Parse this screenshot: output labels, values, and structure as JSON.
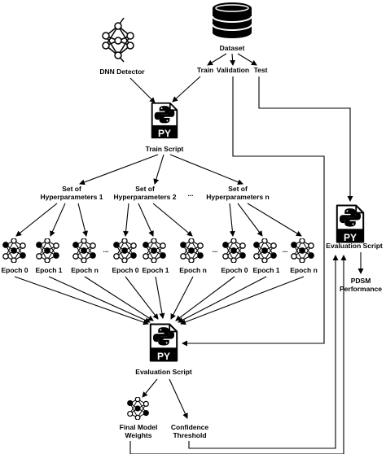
{
  "dataset": {
    "label": "Dataset",
    "splits": [
      "Train",
      "Validation",
      "Test"
    ]
  },
  "detector": {
    "label": "DNN Detector"
  },
  "train_script": {
    "file_text": "PY",
    "label": "Train Script"
  },
  "hyperparameter_sets": [
    {
      "line1": "Set of",
      "line2": "Hyperparameters 1",
      "epochs": [
        "Epoch 0",
        "Epoch 1",
        "Epoch n"
      ]
    },
    {
      "line1": "Set of",
      "line2": "Hyperparameters 2",
      "epochs": [
        "Epoch 0",
        "Epoch 1",
        "Epoch n"
      ]
    },
    {
      "line1": "Set of",
      "line2": "Hyperparameters n",
      "epochs": [
        "Epoch 0",
        "Epoch 1",
        "Epoch n"
      ]
    }
  ],
  "ellipsis": "...",
  "evaluation_script_main": {
    "file_text": "PY",
    "label": "Evaluation Script"
  },
  "evaluation_script_test": {
    "file_text": "PY",
    "label": "Evaluation Script"
  },
  "outputs": {
    "model_line1": "Final Model",
    "model_line2": "Weights",
    "threshold_line1": "Confidence",
    "threshold_line2": "Threshold",
    "performance_line1": "PDSM",
    "performance_line2": "Performance"
  },
  "icons": {
    "dataset": "database-icon",
    "detector": "neural-network-icon",
    "script": "python-file-icon",
    "epoch": "trained-network-icon"
  }
}
